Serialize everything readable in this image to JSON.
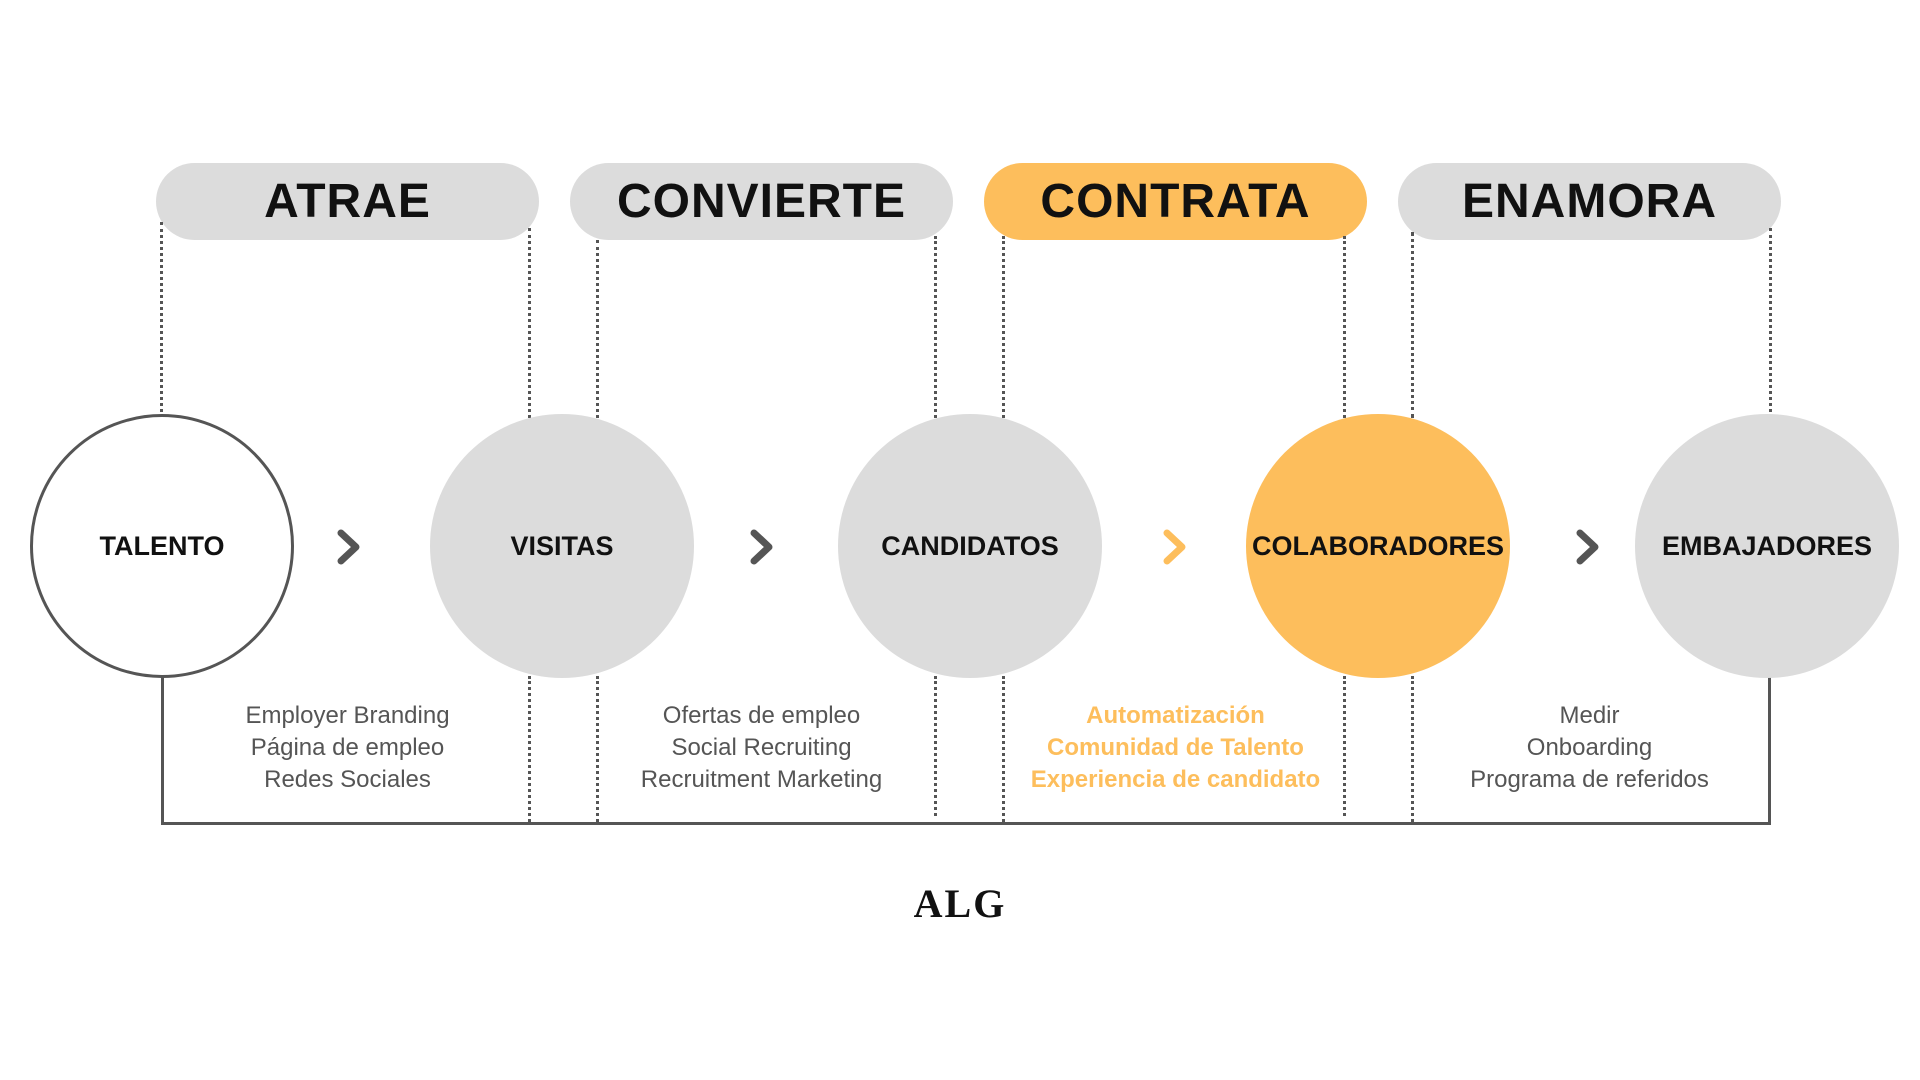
{
  "stages": [
    {
      "label": "ATRAE",
      "active": false,
      "tactics": [
        "Employer Branding",
        "Página de empleo",
        "Redes Sociales"
      ]
    },
    {
      "label": "CONVIERTE",
      "active": false,
      "tactics": [
        "Ofertas de empleo",
        "Social Recruiting",
        "Recruitment Marketing"
      ]
    },
    {
      "label": "CONTRATA",
      "active": true,
      "tactics": [
        "Automatización",
        "Comunidad de Talento",
        "Experiencia de candidato"
      ]
    },
    {
      "label": "ENAMORA",
      "active": false,
      "tactics": [
        "Medir",
        "Onboarding",
        "Programa de referidos"
      ]
    }
  ],
  "nodes": [
    {
      "label": "TALENTO",
      "style": "outline"
    },
    {
      "label": "VISITAS",
      "style": "gray"
    },
    {
      "label": "CANDIDATOS",
      "style": "gray"
    },
    {
      "label": "COLABORADORES",
      "style": "active"
    },
    {
      "label": "EMBAJADORES",
      "style": "gray"
    }
  ],
  "arrows": [
    {
      "icon": "chevron-right-icon",
      "color": "#555555"
    },
    {
      "icon": "chevron-right-icon",
      "color": "#555555"
    },
    {
      "icon": "chevron-right-icon",
      "color": "#fdbe5c"
    },
    {
      "icon": "chevron-right-icon",
      "color": "#555555"
    }
  ],
  "logo": "ALG",
  "colors": {
    "accent": "#fdbe5c",
    "neutral": "#dcdcdc",
    "line": "#555555"
  }
}
